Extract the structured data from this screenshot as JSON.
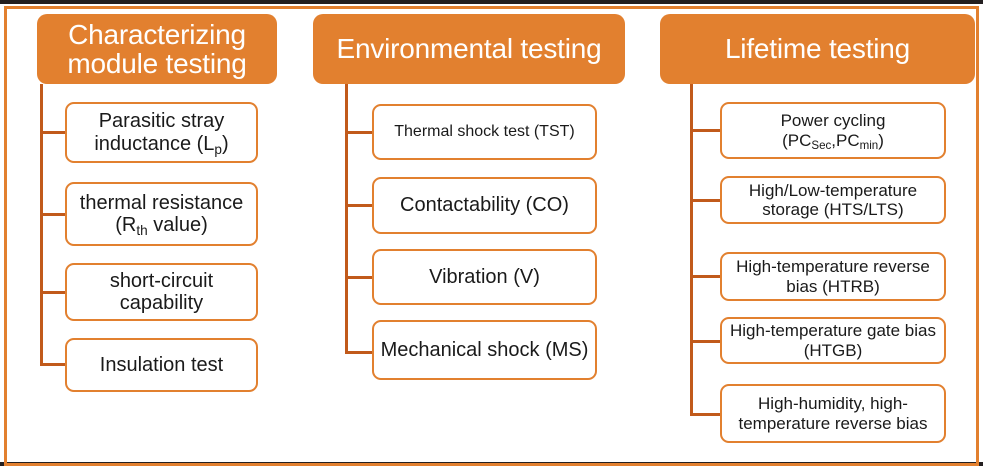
{
  "theme": {
    "header_fill": "#E2802F",
    "box_border": "#E2802F",
    "connector": "#C15A1B",
    "frame_outer": "#231f20",
    "header_text": "#FFFFFF",
    "box_text": "#1A1A1A",
    "background": "#FFFFFF"
  },
  "diagram": {
    "type": "tree",
    "columns": [
      {
        "id": "characterizing-module-testing",
        "header": "Characterizing module testing",
        "nodes": [
          {
            "text": "Parasitic stray inductance (L",
            "sub": "p",
            "tail": ")"
          },
          {
            "text": "thermal resistance (R",
            "sub": "th",
            "tail": " value)"
          },
          {
            "text": "short-circuit capability",
            "sub": "",
            "tail": ""
          },
          {
            "text": "Insulation test",
            "sub": "",
            "tail": ""
          }
        ]
      },
      {
        "id": "environmental-testing",
        "header": "Environmental testing",
        "nodes": [
          {
            "text": "Thermal shock test (TST)",
            "sub": "",
            "tail": ""
          },
          {
            "text": "Contactability (CO)",
            "sub": "",
            "tail": ""
          },
          {
            "text": "Vibration (V)",
            "sub": "",
            "tail": ""
          },
          {
            "text": "Mechanical shock (MS)",
            "sub": "",
            "tail": ""
          }
        ]
      },
      {
        "id": "lifetime-testing",
        "header": "Lifetime testing",
        "nodes": [
          {
            "text": "Power cycling (PC",
            "sub": "Sec",
            "tail": ",PC",
            "sub2": "min",
            "tail2": ")"
          },
          {
            "text": "High/Low-temperature storage (HTS/LTS)",
            "sub": "",
            "tail": ""
          },
          {
            "text": "High-temperature reverse bias (HTRB)",
            "sub": "",
            "tail": ""
          },
          {
            "text": "High-temperature gate bias (HTGB)",
            "sub": "",
            "tail": ""
          },
          {
            "text": "High-humidity, high-temperature reverse bias",
            "sub": "",
            "tail": ""
          }
        ]
      }
    ]
  }
}
